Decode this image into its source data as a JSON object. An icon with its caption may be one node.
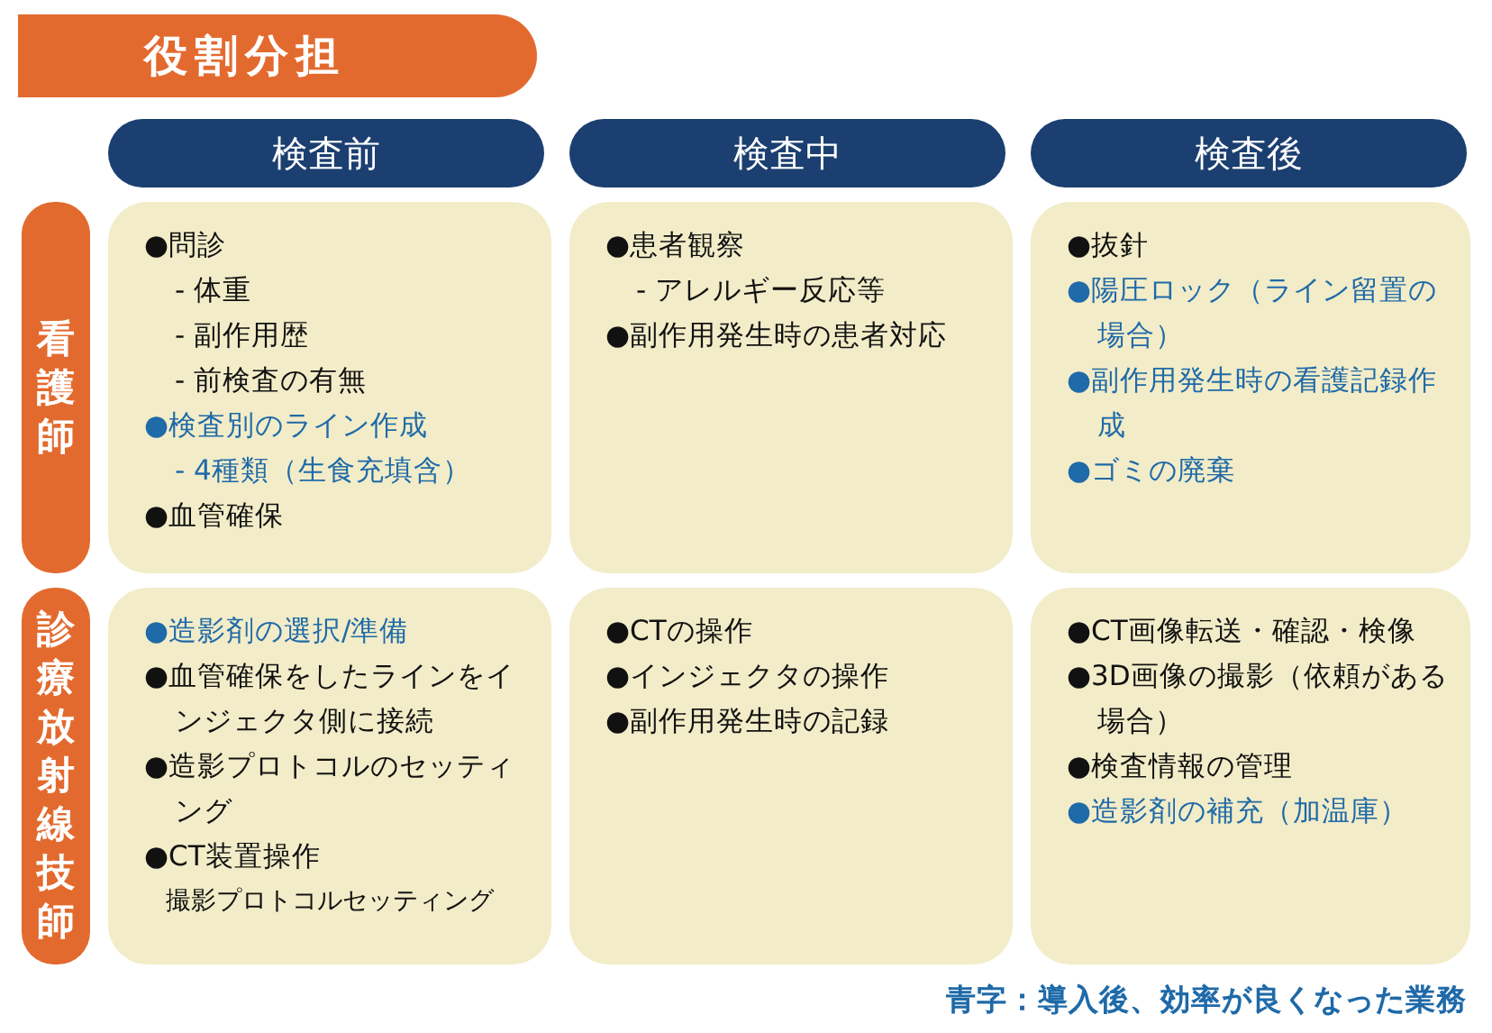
{
  "diagram": {
    "title": "役割分担",
    "nodes": [
      {
        "text": [
          "検査前"
        ]
      },
      {
        "text": [
          "検査中"
        ]
      },
      {
        "text": [
          "検査後"
        ]
      },
      {
        "text": [
          "看護師"
        ]
      },
      {
        "text": [
          "●問診",
          "- 体重",
          "- 副作用歴",
          "- 前検査の有無",
          "●検査別のライン作成",
          "- 4種類（生食充填含）",
          "●血管確保"
        ]
      },
      {
        "text": [
          "●患者観察",
          "- アレルギー反応等",
          "●副作用発生時の患者対応"
        ]
      },
      {
        "text": [
          "●抜針",
          "●陽圧ロック（ライン留置の場合）",
          "●副作用発生時の看護記録作成",
          "●ゴミの廃棄"
        ]
      },
      {
        "text": [
          "診療放射線技師"
        ]
      },
      {
        "text": [
          "●造影剤の選択/準備",
          "●血管確保をしたラインをインジェクタ側に接続",
          "●造影プロトコルのセッティング",
          "●CT装置操作",
          "撮影プロトコルセッティング"
        ]
      },
      {
        "text": [
          "●CTの操作",
          "●インジェクタの操作",
          "●副作用発生時の記録"
        ]
      },
      {
        "text": [
          "●CT画像転送・確認・検像",
          "●3D画像の撮影（依頼がある場合）",
          "●検査情報の管理",
          "●造影剤の補充（加温庫）"
        ]
      }
    ],
    "labels": [
      "青字：導入後、効率が良くなった業務"
    ]
  }
}
